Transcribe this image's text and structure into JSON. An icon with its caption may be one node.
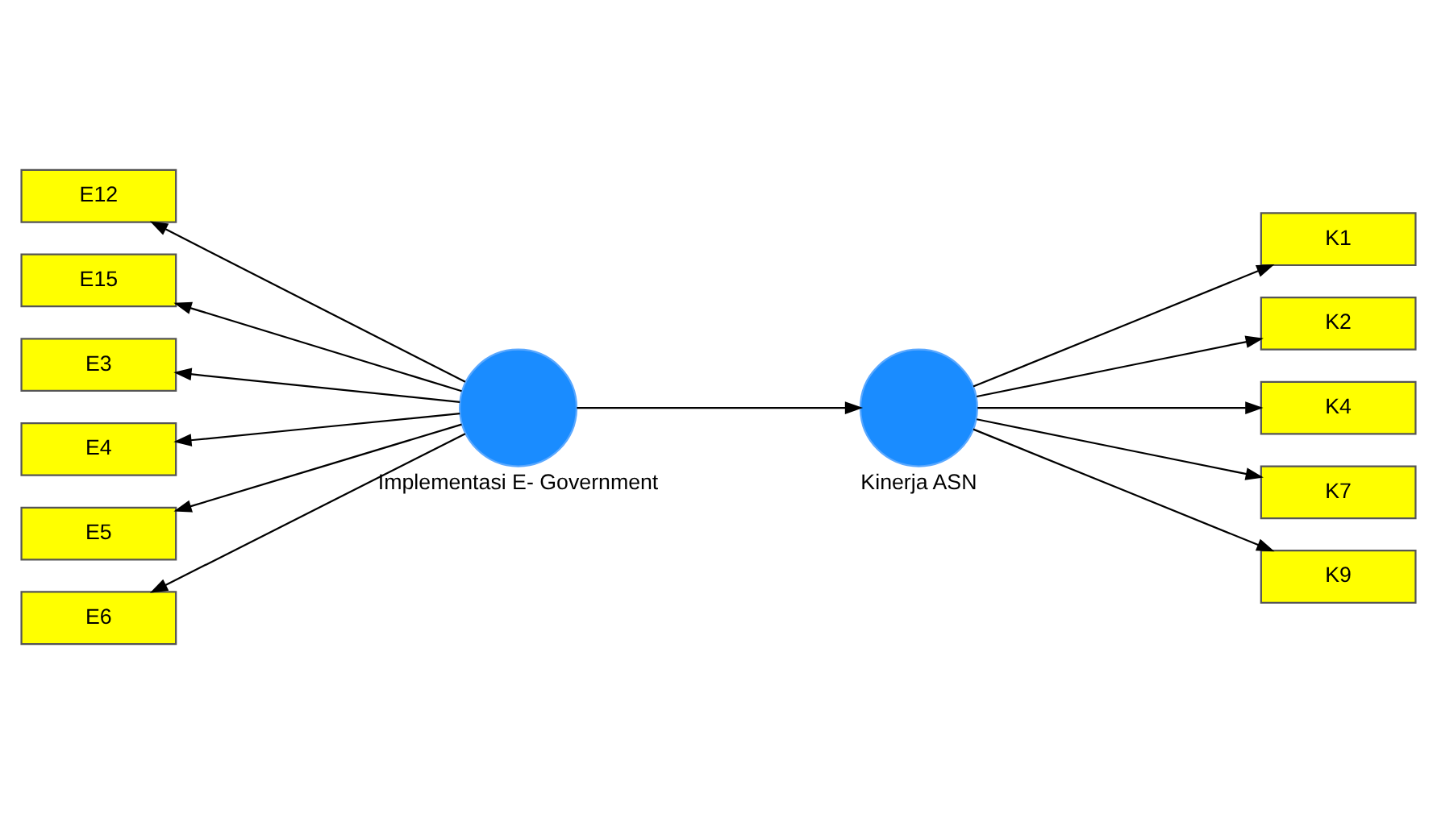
{
  "diagram": {
    "nodes": [
      {
        "text": [
          "E12"
        ]
      },
      {
        "text": [
          "E15"
        ]
      },
      {
        "text": [
          "E3"
        ]
      },
      {
        "text": [
          "E4"
        ]
      },
      {
        "text": [
          "E5"
        ]
      },
      {
        "text": [
          "E6"
        ]
      },
      {
        "text": [
          "Implementasi E- Government"
        ]
      },
      {
        "text": [
          "Kinerja ASN"
        ]
      },
      {
        "text": [
          "K1"
        ]
      },
      {
        "text": [
          "K2"
        ]
      },
      {
        "text": [
          "K4"
        ]
      },
      {
        "text": [
          "K7"
        ]
      },
      {
        "text": [
          "K9"
        ]
      }
    ],
    "edges": [
      {
        "from": 6,
        "to": 0,
        "arrow": "to"
      },
      {
        "from": 6,
        "to": 1,
        "arrow": "to"
      },
      {
        "from": 6,
        "to": 2,
        "arrow": "to"
      },
      {
        "from": 6,
        "to": 3,
        "arrow": "to"
      },
      {
        "from": 6,
        "to": 4,
        "arrow": "to"
      },
      {
        "from": 6,
        "to": 5,
        "arrow": "to"
      },
      {
        "from": 6,
        "to": 7,
        "arrow": "to"
      },
      {
        "from": 7,
        "to": 8,
        "arrow": "to"
      },
      {
        "from": 7,
        "to": 9,
        "arrow": "to"
      },
      {
        "from": 7,
        "to": 10,
        "arrow": "to"
      },
      {
        "from": 7,
        "to": 11,
        "arrow": "to"
      },
      {
        "from": 7,
        "to": 12,
        "arrow": "to"
      }
    ]
  }
}
